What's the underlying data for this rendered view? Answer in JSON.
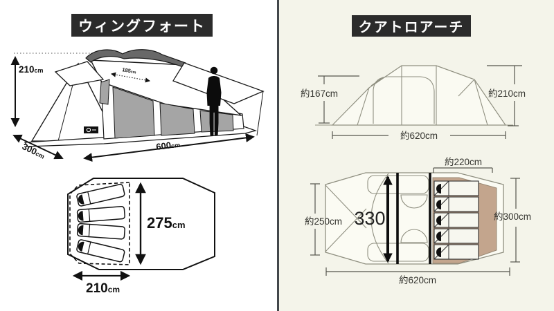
{
  "left_panel": {
    "title": "ウィングフォート",
    "bg_color": "#ffffff",
    "side_view": {
      "height": {
        "value": "210",
        "unit": "cm"
      },
      "ridge_width": {
        "value": "185",
        "unit": "cm"
      },
      "depth": {
        "value": "300",
        "unit": "cm"
      },
      "length": {
        "value": "600",
        "unit": "cm"
      },
      "logo_icon": "tent-brand-badge",
      "person_icon": "standing-person-silhouette"
    },
    "floor_plan": {
      "inner_depth": {
        "value": "275",
        "unit": "cm"
      },
      "inner_width": {
        "value": "210",
        "unit": "cm"
      },
      "sleeping_bags": 4
    }
  },
  "right_panel": {
    "title": "クアトロアーチ",
    "bg_color": "#f4f4ea",
    "front_view": {
      "side_height": "約167cm",
      "peak_height": "約210cm",
      "total_width": "約620cm"
    },
    "floor_plan": {
      "inner_room_width": "約220cm",
      "vestibule_depth": "約250cm",
      "center_length": "330",
      "inner_room_depth": "約300cm",
      "total_length": "約620cm",
      "sleeping_bags": 5,
      "inner_floor_color": "#c3a58d"
    }
  },
  "divider_color": "#43474b"
}
